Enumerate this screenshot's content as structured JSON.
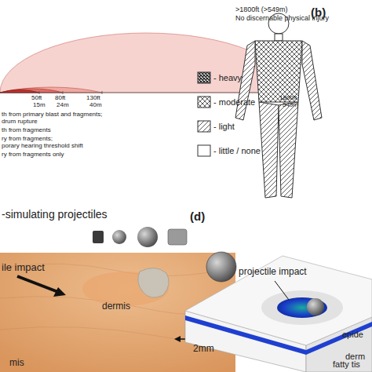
{
  "diagram": {
    "labels": [
      ">1800ft (>549m)",
      "No discernable physical injury",
      "50ft",
      "15m",
      "80ft",
      "24m",
      "130ft",
      "40m",
      "1800ft",
      "549m",
      "th from primary blast and fragments;",
      "drum rupture",
      "th from fragments",
      "ry from fragments;",
      "porary hearing threshold shift",
      "ry from fragments only",
      "(b)",
      "-simulating projectiles",
      "ile impact",
      "dermis",
      "mis",
      "2mm",
      "(d)",
      "projectile impact",
      "epide",
      "derm",
      "fatty tis"
    ],
    "legend": [
      {
        "text": "- heavy"
      },
      {
        "text": "- moderate"
      },
      {
        "text": "- light"
      },
      {
        "text": "- little / none"
      }
    ]
  }
}
